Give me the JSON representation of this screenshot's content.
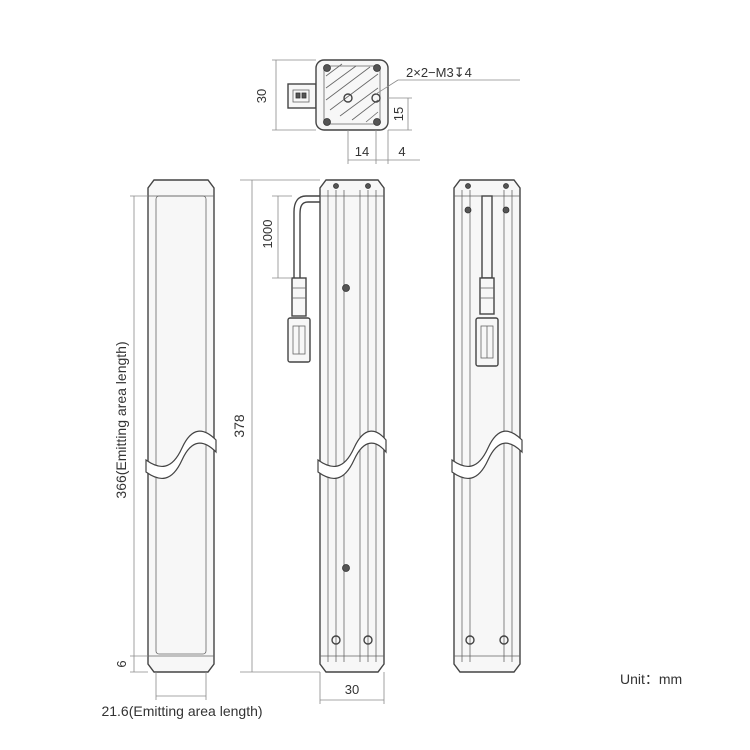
{
  "dimensions": {
    "top_height": "30",
    "hole_spec": "2×2−M3↧4",
    "hole_offset_vertical": "15",
    "hole_spacing": "14",
    "hole_edge_offset": "4",
    "cable_length": "1000",
    "emitting_length": "366(Emitting area length)",
    "total_length": "378",
    "end_margin": "6",
    "body_width": "30",
    "emitting_width": "21.6(Emitting area length)"
  },
  "unit_label": "Unit：mm"
}
